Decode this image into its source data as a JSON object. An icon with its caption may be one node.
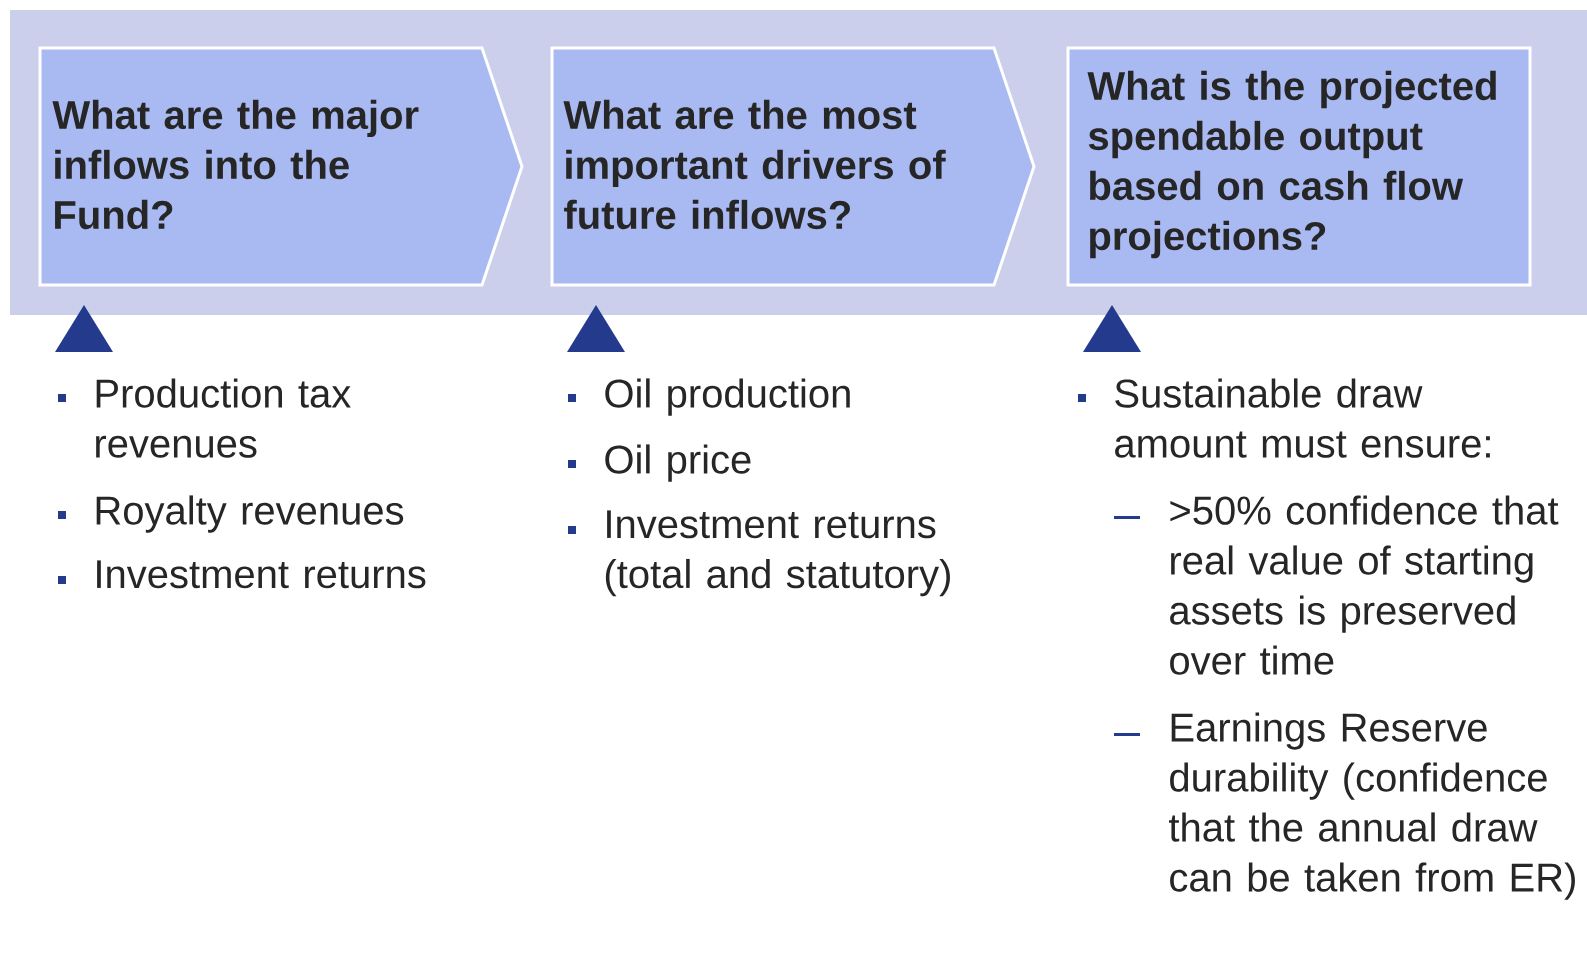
{
  "diagram": {
    "nodes": [
      {
        "text": [],
        "shape": "box"
      },
      {
        "text": [
          "What are the major inflows into the Fund?"
        ],
        "in": 0
      },
      {
        "text": [
          "What are the most important drivers of future inflows?"
        ],
        "in": 0
      },
      {
        "text": [
          "What is the projected spendable output based on cash flow projections?"
        ],
        "in": 0
      }
    ],
    "edges": [],
    "labels": [
      "Production tax revenues",
      "Royalty revenues",
      "Investment returns",
      "Oil production",
      "Oil price",
      "Investment returns (total and statutory)",
      "Sustainable draw amount must ensure:",
      ">50% confidence that real value of starting assets is preserved over time",
      "Earnings Reserve durability (confidence that the annual draw can be taken from ER)"
    ]
  }
}
